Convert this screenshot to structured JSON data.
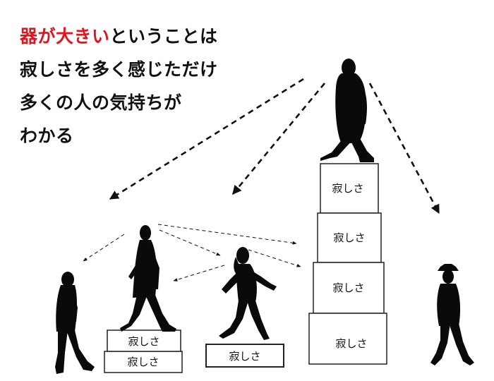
{
  "headline": {
    "line1_accent": "器が大きい",
    "line1_rest": "ということは",
    "line2": "寂しさを多く感じただけ",
    "line3": "多くの人の気持ちが",
    "line4": "わかる"
  },
  "box_label": "寂しさ",
  "colors": {
    "accent": "#e0151f",
    "text": "#111111",
    "silhouette": "#0a0a0a",
    "box_stroke": "#222222"
  }
}
